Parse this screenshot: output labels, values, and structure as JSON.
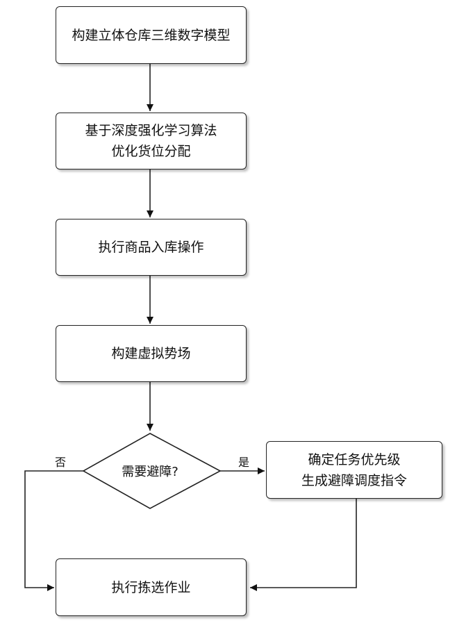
{
  "steps": {
    "step1": {
      "line1": "构建立体仓库三维数字模型"
    },
    "step2": {
      "line1": "基于深度强化学习算法",
      "line2": "优化货位分配"
    },
    "step3": {
      "line1": "执行商品入库操作"
    },
    "step4": {
      "line1": "构建虚拟势场"
    },
    "decision": {
      "text": "需要避障?"
    },
    "yes_box": {
      "line1": "确定任务优先级",
      "line2": "生成避障调度指令"
    },
    "final": {
      "line1": "执行拣选作业"
    }
  },
  "branch_labels": {
    "no": "否",
    "yes": "是"
  }
}
